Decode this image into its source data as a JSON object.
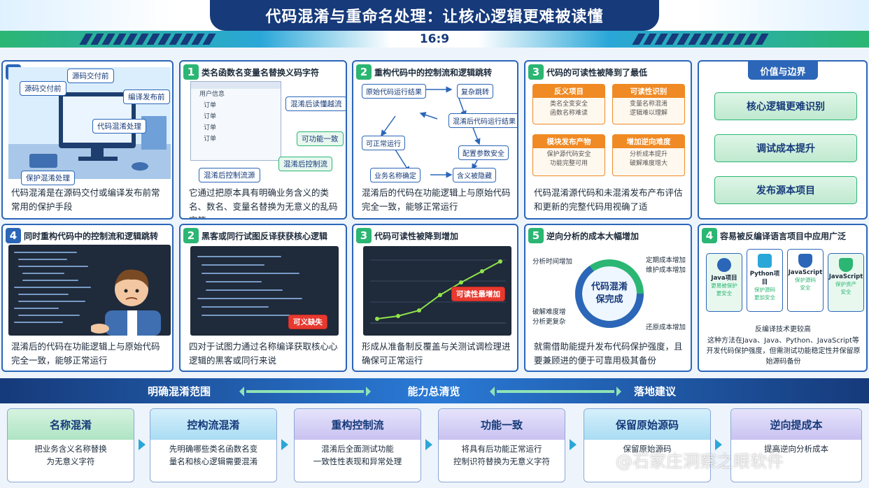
{
  "header": {
    "title": "代码混淆与重命名处理：让核心逻辑更难被读懂",
    "ratio": "16:9"
  },
  "row1": {
    "c1": {
      "num": "1",
      "tags": [
        "源码交付前",
        "源码交付前",
        "编译发布前",
        "代码混淆处理",
        "保护混淆处理"
      ],
      "caption": "代码混淆是在源码交付或编译发布前常常用的保护手段"
    },
    "c2": {
      "num": "1",
      "title": "类名函数名变量名替换义码字符",
      "tree": [
        "用户信息",
        "订单",
        "订单",
        "订单",
        "订单"
      ],
      "tags": [
        "混淆后读懂越流",
        "可功能一致",
        "混淆后控制流",
        "混淆后控制流源"
      ],
      "caption": "它通过把原本具有明确业务含义的类名、数名、变量名替换为无意义的乱码字符"
    },
    "c3": {
      "num": "2",
      "title": "重构代码中的控制流和逻辑跳转",
      "nodes": [
        "原始代码运行结果",
        "复杂跳转",
        "混淆后代码运行结果",
        "可正常运行",
        "配置参数安全",
        "业务名称确定",
        "含义被隐藏"
      ],
      "caption": "混淆后的代码在功能逻辑上与原始代码完全一致，能够正常运行"
    },
    "c4": {
      "num": "3",
      "title": "代码的可读性被降到了最低",
      "boxes": [
        {
          "h": "反义项目",
          "t": "类名全变安全\n函数名称难读"
        },
        {
          "h": "可读性识别",
          "t": "变量名称混淆\n逻辑难以理解"
        },
        {
          "h": "模块发布产物",
          "t": "保护源代码安全\n功能完整可用"
        },
        {
          "h": "增加逆向难度",
          "t": "分析成本提升\n破解难度增大"
        }
      ],
      "caption": "代码混淆源代码和未混淆发布产布评估和更新的完整代码用视确了适"
    },
    "c5": {
      "title": "价值与边界",
      "buttons": [
        "核心逻辑更难识别",
        "调试成本提升",
        "发布源本项目"
      ]
    }
  },
  "row2": {
    "c1": {
      "num": "4",
      "title": "同时重构代码中的控制流和逻辑跳转",
      "caption": "混淆后的代码在功能逻辑上与原始代码完全一致，能够正常运行"
    },
    "c2": {
      "num": "2",
      "title": "黑客或同行试图反译获获核心逻辑",
      "tag": "可义缺失",
      "caption": "四对于试图力通过名称编译获取核心心逻辑的黑客或同行来说"
    },
    "c3": {
      "num": "3",
      "title": "代码可读性被降到增加",
      "tag": "可读性最增加",
      "caption": "形成从准备制反覆盖与关测试调检理进确保可正常运行"
    },
    "c4": {
      "num": "5",
      "title": "逆向分析的成本大幅增加",
      "center": "代码混淆\n保完成",
      "labels": [
        "分析时间增加",
        "定期成本增加\n维护成本增加",
        "破解难度增\n分析更复杂",
        "还原成本增加"
      ],
      "caption": "就需借助能提升发布代码保护强度，且要兼顾进的便于可靠用极其备份"
    },
    "c5": {
      "num": "4",
      "title": "容易被反编译语言项目中应用广泛",
      "cards": [
        {
          "name": "Java项目",
          "sub": "更易被保护\n更安全"
        },
        {
          "name": "Python项目",
          "sub": "保护源码\n更加安全"
        },
        {
          "name": "JavaScript",
          "sub": "保护源码\n安全"
        },
        {
          "name": "JavaScript",
          "sub": "保护资产\n安全"
        }
      ],
      "note": "反编译技术更较高",
      "caption": "这种方法在Java、Java、Python、JavaScript等开发代码保护强度，但需测试功能稳定性并保留原始源码备份"
    }
  },
  "band": {
    "labels": [
      "明确混淆范围",
      "能力总清览",
      "落地建议"
    ]
  },
  "steps": [
    {
      "h": "名称混淆",
      "t": "把业务含义名称替换\n为无意义字符"
    },
    {
      "h": "控构流混淆",
      "t": "先明确哪些类名函数名变\n量名和核心逻辑需要混淆"
    },
    {
      "h": "重构控制流",
      "t": "混淆后全面测试功能\n一致性性表现和异常处理"
    },
    {
      "h": "功能一致",
      "t": "将具有后功能正常运行\n控制识符替换为无意义字符"
    },
    {
      "h": "保留原始源码",
      "t": "保留原始源码"
    },
    {
      "h": "逆向提成本",
      "t": "提高逆向分析成本"
    }
  ],
  "watermark": "@石家庄洞察之眼软件",
  "colors": {
    "navy": "#163a7a",
    "blue": "#2b66b8",
    "green": "#2bb673",
    "orange": "#f08a24",
    "red": "#e8392f",
    "cyan": "#2aa7d8"
  }
}
